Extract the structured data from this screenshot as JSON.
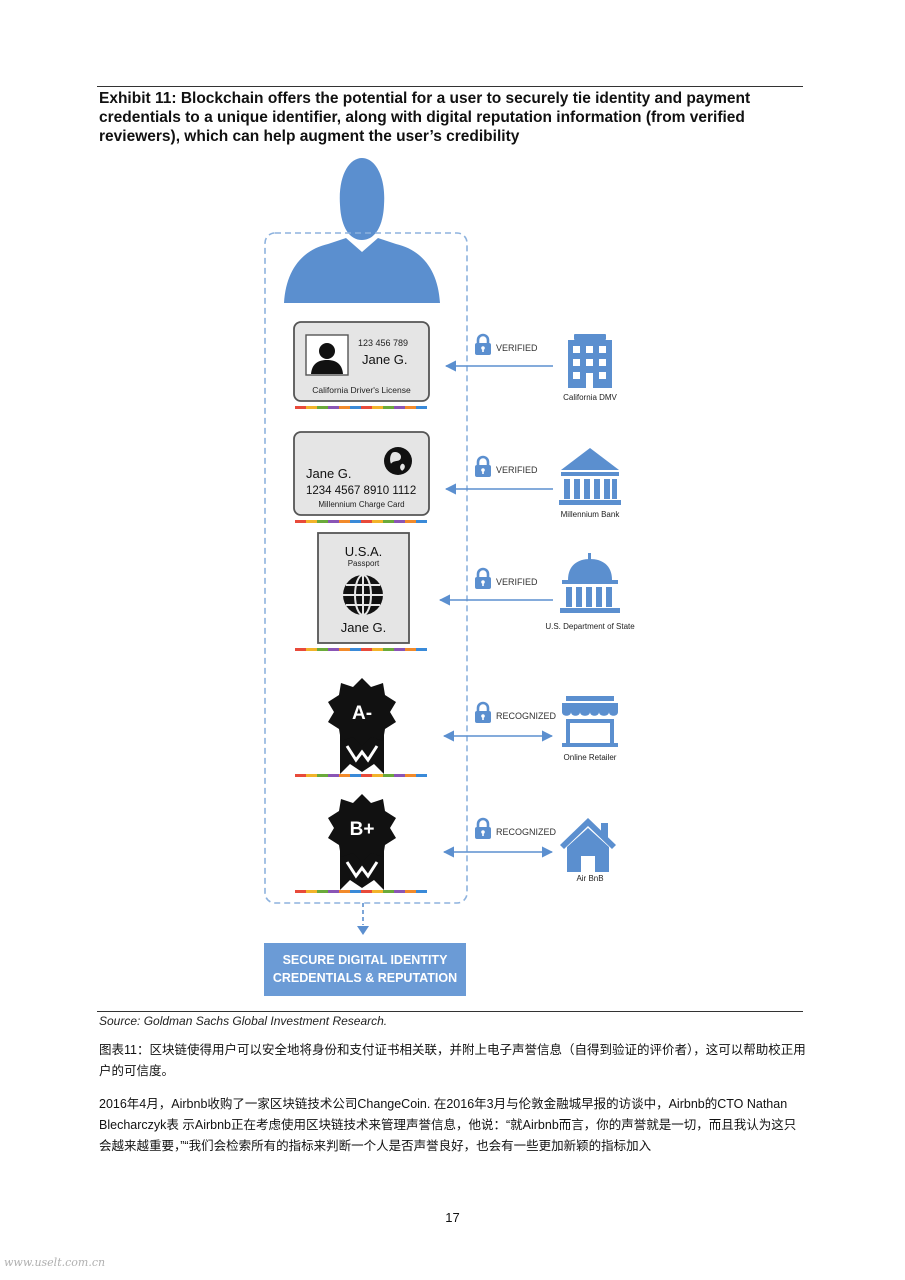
{
  "exhibit": {
    "title": "Exhibit 11: Blockchain offers the potential for a user to securely tie identity and payment credentials to a unique identifier, along with digital reputation information (from verified reviewers), which can help augment the user’s credibility"
  },
  "figure": {
    "colors": {
      "accent": "#5b8fcf",
      "dashed_border": "#8db2de",
      "card_border": "#555555",
      "card_fill": "#e5e5e5"
    },
    "license": {
      "number": "123 456 789",
      "name": "Jane G.",
      "type": "California Driver's License",
      "issuer": "California DMV",
      "status": "VERIFIED"
    },
    "charge_card": {
      "name": "Jane G.",
      "number": "1234 4567 8910 1112",
      "type": "Millennium Charge Card",
      "issuer": "Millennium Bank",
      "status": "VERIFIED"
    },
    "passport": {
      "country": "U.S.A.",
      "label": "Passport",
      "name": "Jane G.",
      "issuer": "U.S. Department of State",
      "status": "VERIFIED"
    },
    "rating_a": {
      "grade": "A-",
      "issuer": "Online Retailer",
      "status": "RECOGNIZED"
    },
    "rating_b": {
      "grade": "B+",
      "issuer": "Air BnB",
      "status": "RECOGNIZED"
    },
    "result": {
      "line1": "SECURE DIGITAL IDENTITY",
      "line2": "CREDENTIALS & REPUTATION"
    }
  },
  "source": "Source: Goldman Sachs Global Investment Research.",
  "caption": "图表11：区块链使得用户可以安全地将身份和支付证书相关联，并附上电子声誉信息（自得到验证的评价者），这可以帮助校正用户的可信度。",
  "body": "2016年4月，Airbnb收购了一家区块链技术公司ChangeCoin. 在2016年3月与伦敦金融城早报的访谈中，Airbnb的CTO Nathan Blecharczyk表 示Airbnb正在考虑使用区块链技术来管理声誉信息，他说：“就Airbnb而言，你的声誉就是一切，而且我认为这只会越来越重要，”“我们会检索所有的指标来判断一个人是否声誉良好，也会有一些更加新颖的指标加入",
  "page_number": "17",
  "watermark": "www.uselt.com.cn"
}
